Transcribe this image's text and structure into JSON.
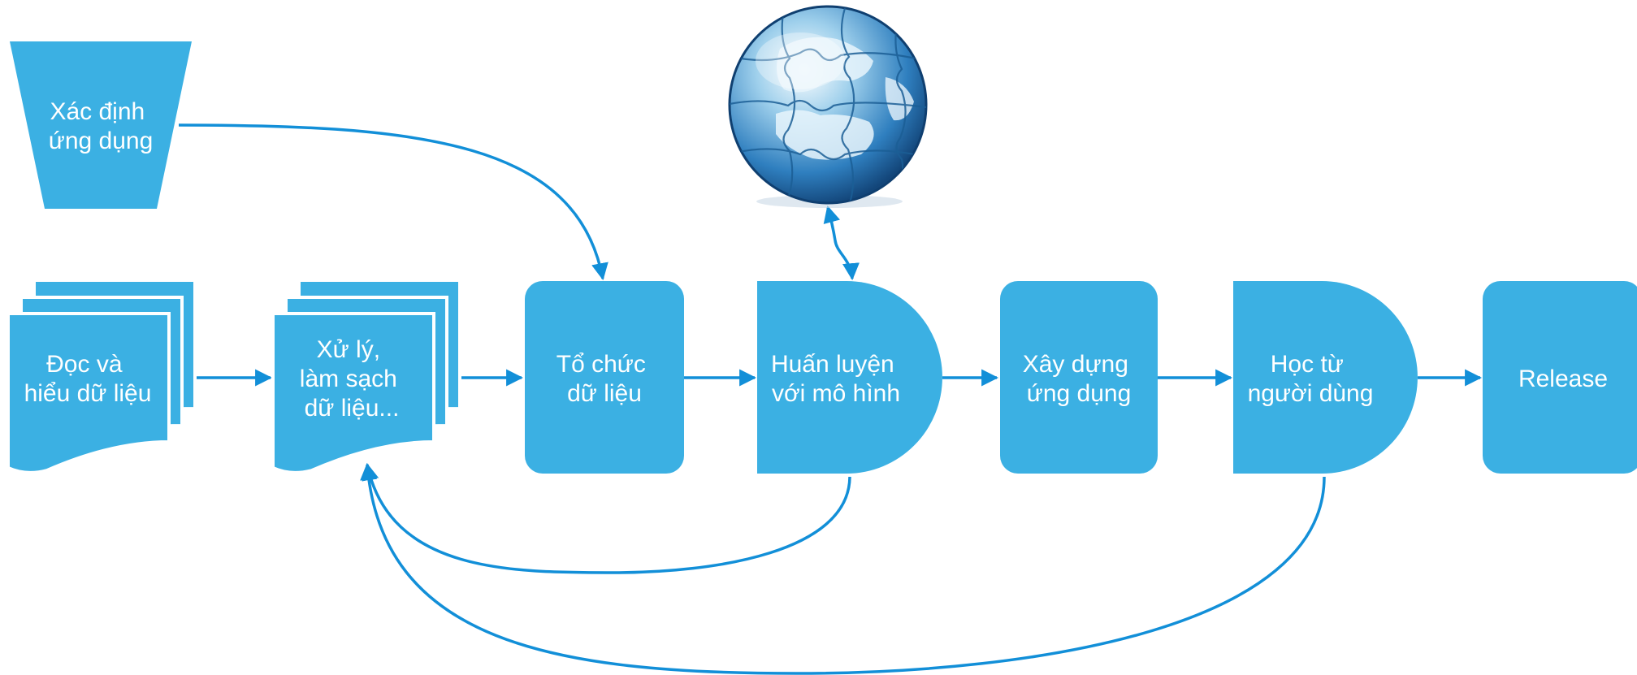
{
  "colors": {
    "shape_fill": "#3bb0e3",
    "connector": "#128fd8",
    "globe_dark": "#1c5f96",
    "globe_light": "#d8ecf7",
    "background": "#ffffff"
  },
  "nodes": {
    "define_app": {
      "lines": [
        "Xác định",
        "ứng dụng"
      ]
    },
    "read_data": {
      "lines": [
        "Đọc và",
        "hiểu dữ liệu"
      ]
    },
    "process_data": {
      "lines": [
        "Xử lý,",
        "làm sạch",
        "dữ liệu..."
      ]
    },
    "organize_data": {
      "lines": [
        "Tổ chức",
        "dữ liệu"
      ]
    },
    "train_model": {
      "lines": [
        "Huấn luyện",
        "với mô hình"
      ]
    },
    "build_app": {
      "lines": [
        "Xây dựng",
        "ứng dụng"
      ]
    },
    "learn_users": {
      "lines": [
        "Học từ",
        "người dùng"
      ]
    },
    "release": {
      "lines": [
        "Release"
      ]
    }
  },
  "globe": {
    "icon": "puzzle-globe-icon"
  }
}
